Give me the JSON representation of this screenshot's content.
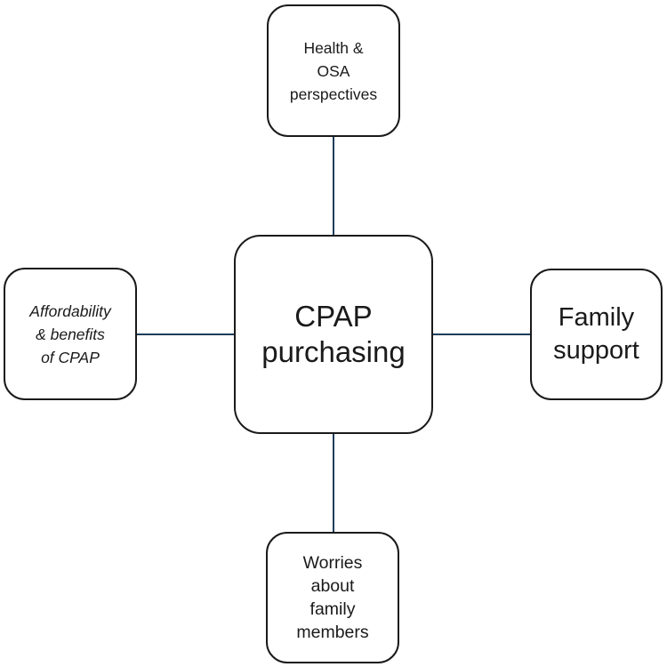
{
  "diagram": {
    "center": {
      "lines": [
        "CPAP",
        "purchasing"
      ]
    },
    "top": {
      "lines": [
        "Health &",
        "OSA",
        "perspectives"
      ]
    },
    "left": {
      "lines": [
        "Affordability",
        "& benefits",
        "of CPAP"
      ]
    },
    "right": {
      "lines": [
        "Family",
        "support"
      ]
    },
    "bottom": {
      "lines": [
        "Worries",
        "about",
        "family",
        "members"
      ]
    },
    "colors": {
      "connector": "#1f3d5a",
      "border": "#1a1a1a",
      "text": "#1a1a1a",
      "background": "#ffffff"
    }
  }
}
